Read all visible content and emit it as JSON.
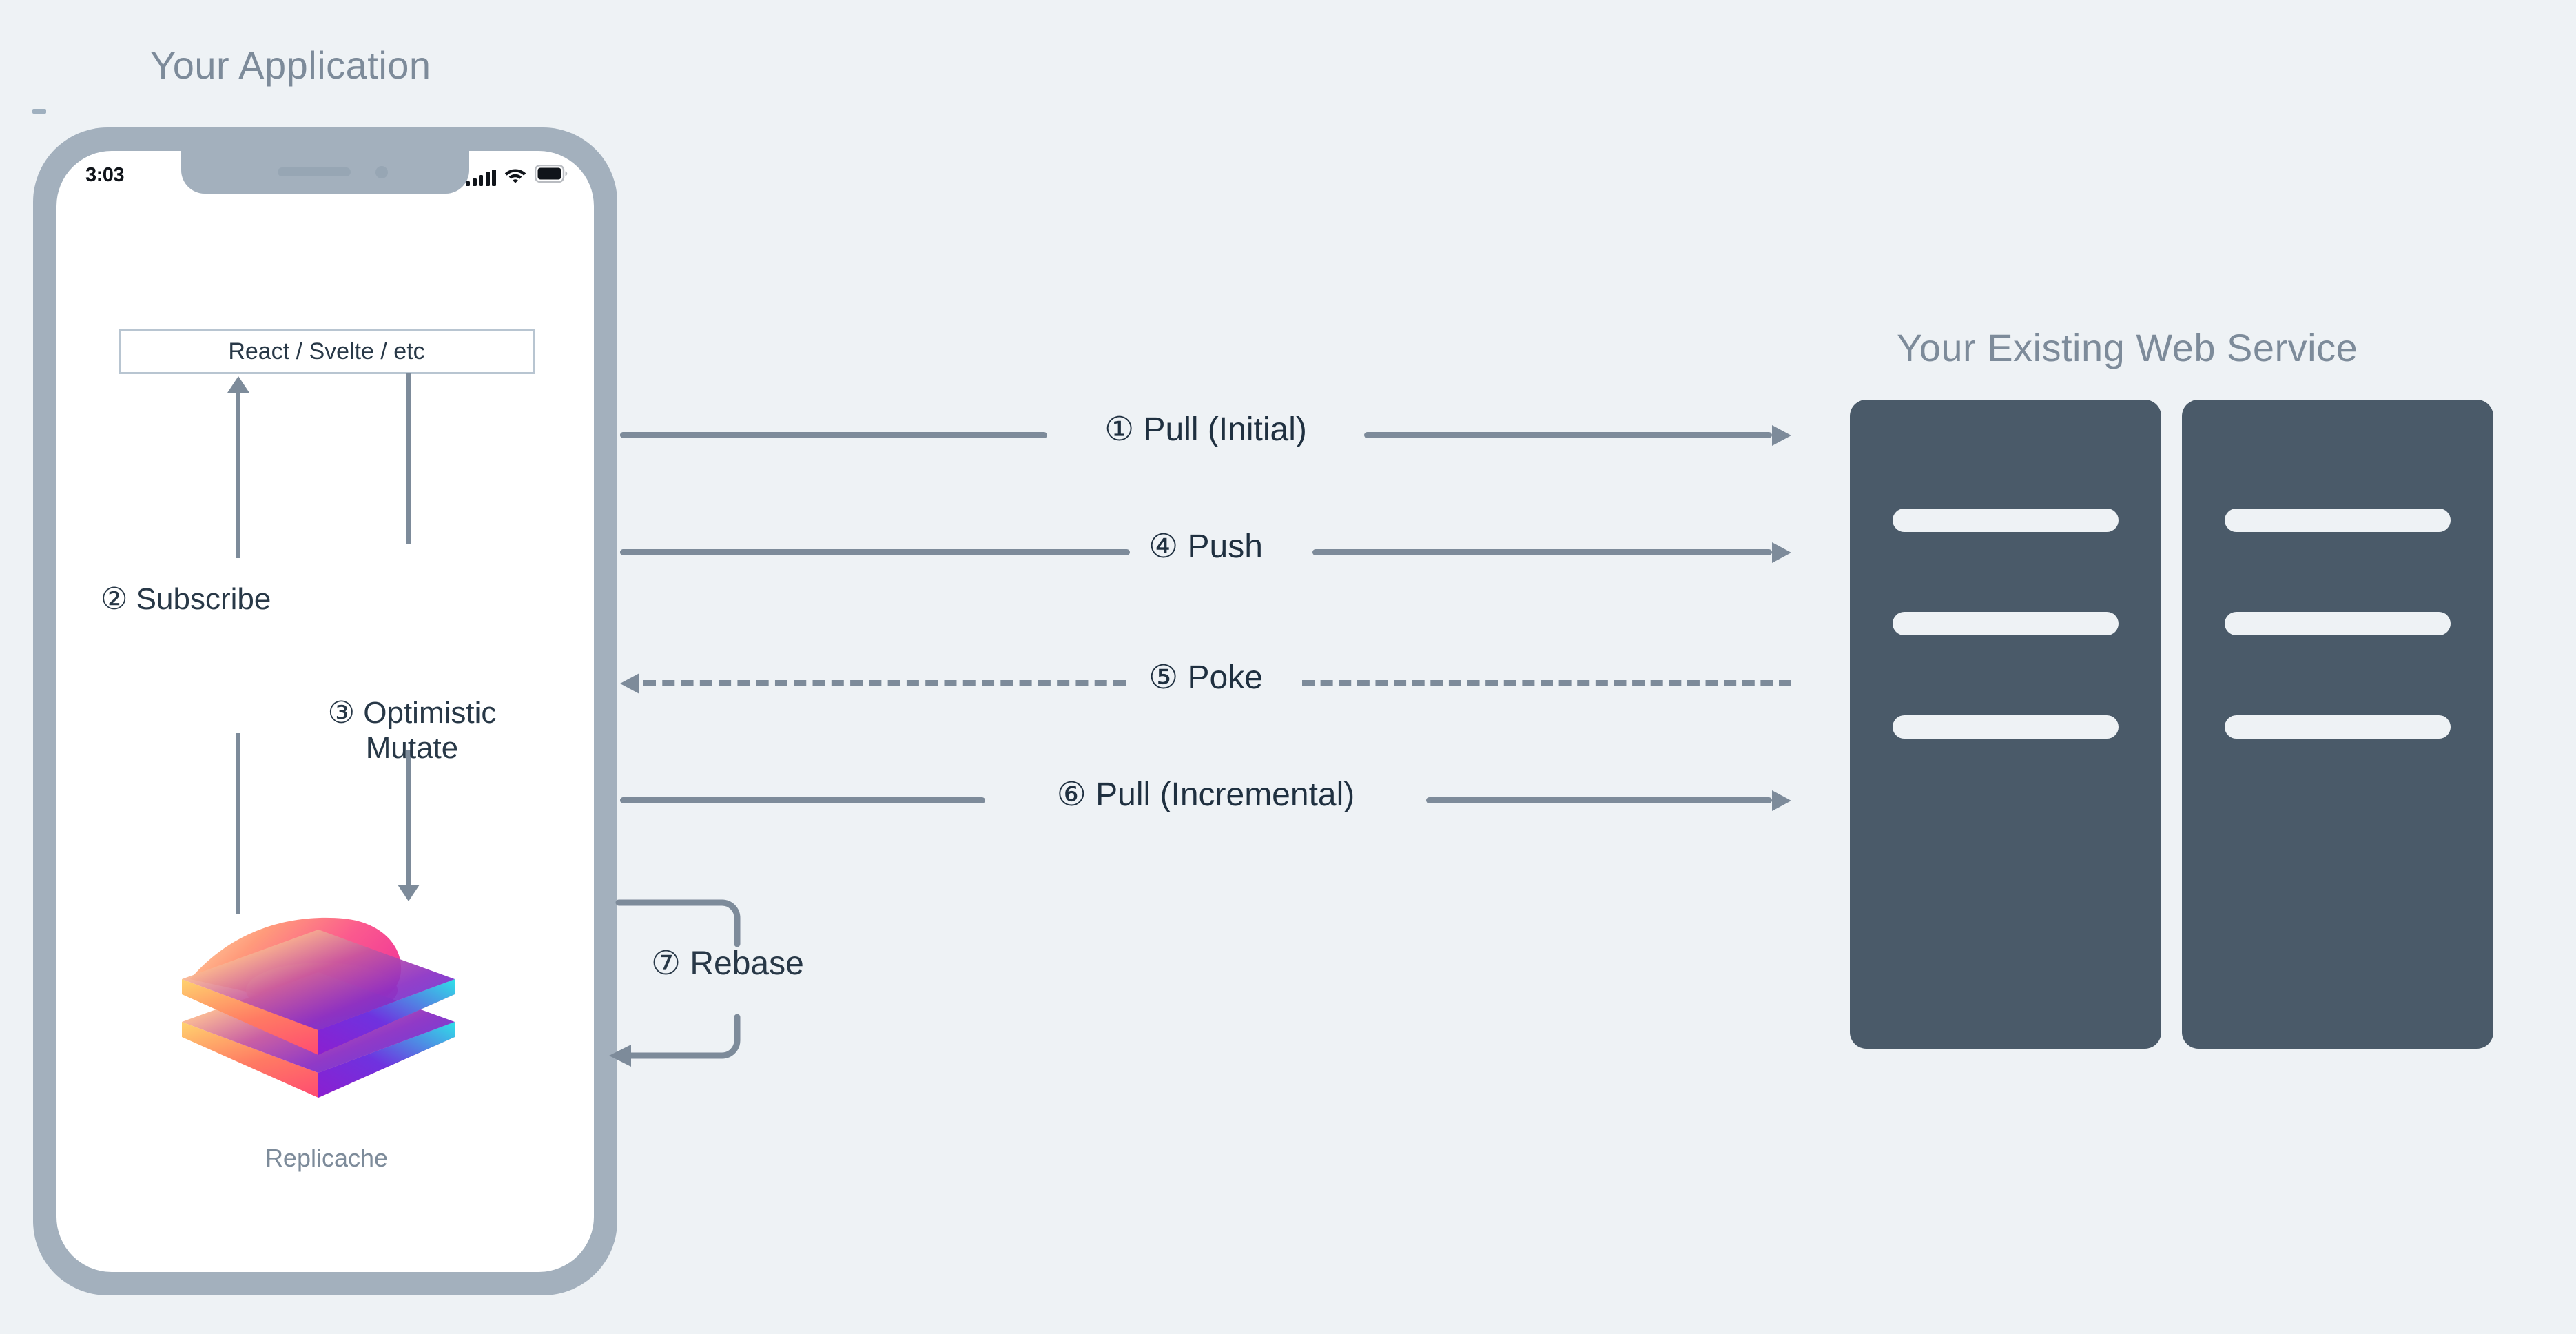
{
  "colors": {
    "background": "#eef2f5",
    "phone_frame": "#a3b0bd",
    "screen": "#ffffff",
    "arrow": "#7d8b9a",
    "text_dark": "#283847",
    "title_muted": "#7d8b9a",
    "server": "#4a5a69",
    "server_bar": "#eef2f5",
    "box_border": "#b8c5d1"
  },
  "left": {
    "title": "Your Application",
    "phone": {
      "status_bar": {
        "time": "3:03",
        "icons": [
          "signal-bars-icon",
          "wifi-icon",
          "battery-icon"
        ]
      },
      "framework_box": {
        "label": "React / Svelte / etc"
      },
      "steps": {
        "subscribe": "② Subscribe",
        "mutate_line1": "③ Optimistic",
        "mutate_line2": "Mutate"
      },
      "logo": {
        "name": "replicache-logo",
        "label": "Replicache"
      }
    }
  },
  "right": {
    "title": "Your Existing Web Service",
    "servers": [
      {
        "name": "server-rack-1",
        "bars": 3
      },
      {
        "name": "server-rack-2",
        "bars": 3
      }
    ]
  },
  "flows": [
    {
      "id": "pull-initial",
      "label": "① Pull (Initial)",
      "direction": "right",
      "style": "solid"
    },
    {
      "id": "push",
      "label": "④ Push",
      "direction": "right",
      "style": "solid"
    },
    {
      "id": "poke",
      "label": "⑤ Poke",
      "direction": "left",
      "style": "dashed"
    },
    {
      "id": "pull-incremental",
      "label": "⑥ Pull (Incremental)",
      "direction": "right",
      "style": "solid"
    }
  ],
  "rebase": {
    "label": "⑦ Rebase",
    "direction": "loop-left"
  }
}
